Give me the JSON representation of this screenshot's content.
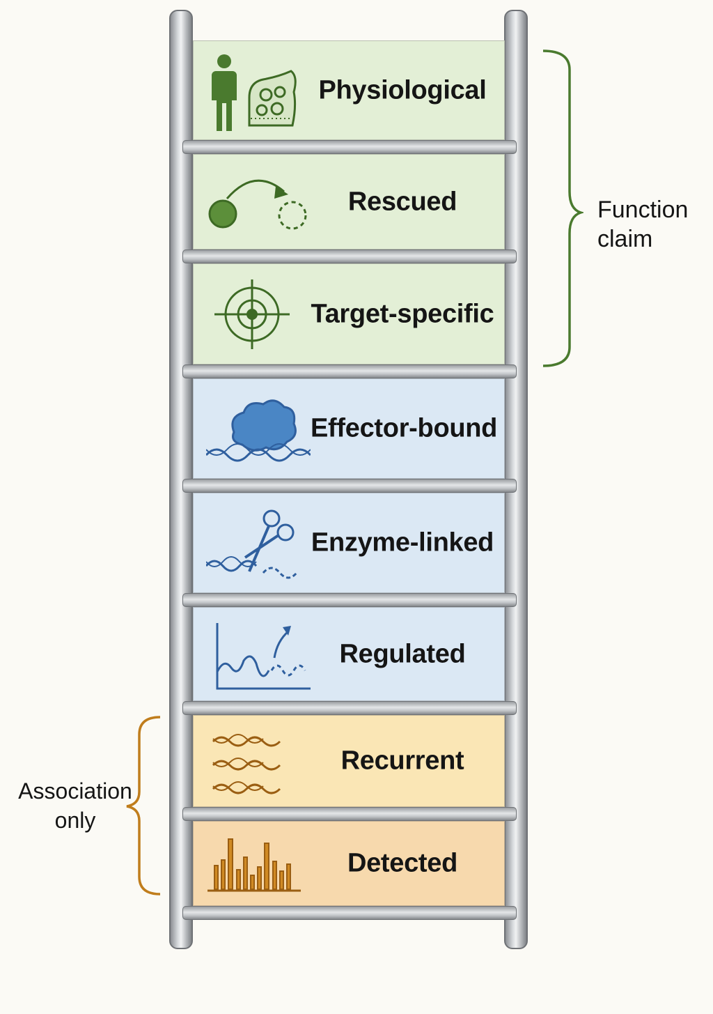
{
  "levels": [
    {
      "label": "Physiological",
      "icon": "person-tissue-icon",
      "group": "function"
    },
    {
      "label": "Rescued",
      "icon": "rescue-arrow-icon",
      "group": "function"
    },
    {
      "label": "Target-specific",
      "icon": "target-crosshair-icon",
      "group": "function"
    },
    {
      "label": "Effector-bound",
      "icon": "protein-bound-dna-icon",
      "group": "mechanism"
    },
    {
      "label": "Enzyme-linked",
      "icon": "scissors-dna-icon",
      "group": "mechanism"
    },
    {
      "label": "Regulated",
      "icon": "signal-chart-icon",
      "group": "mechanism"
    },
    {
      "label": "Recurrent",
      "icon": "repeated-strands-icon",
      "group": "association"
    },
    {
      "label": "Detected",
      "icon": "peak-spectrum-icon",
      "group": "association"
    }
  ],
  "brackets": {
    "function": {
      "line1": "Function",
      "line2": "claim",
      "color": "#4a7a2e"
    },
    "association": {
      "line1": "Association",
      "line2": "only",
      "color": "#c07d1c"
    }
  },
  "colors": {
    "function_panel": "#e3efd6",
    "mechanism_panel": "#dbe8f4",
    "recurrent_panel": "#fae6b5",
    "detected_panel": "#f7d9ad",
    "green_icon": "#4a7a2e",
    "blue_icon": "#2f5f9e",
    "orange_icon": "#b7741a"
  }
}
